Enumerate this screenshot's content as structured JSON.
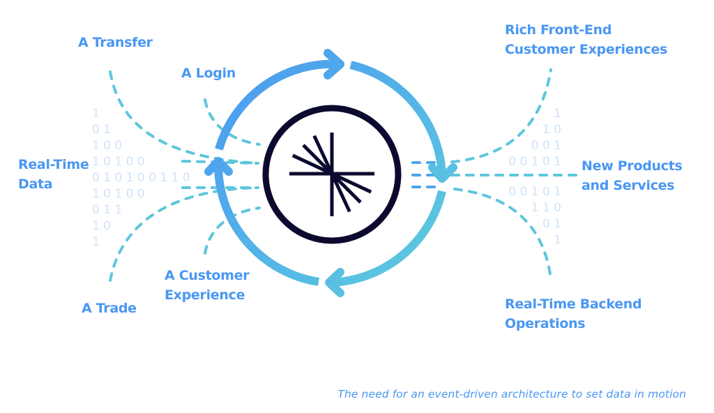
{
  "diagram": {
    "title": "Event-driven architecture: data in motion",
    "center_logo": "confluent-starburst-logo",
    "cycle": {
      "direction": "clockwise",
      "segments": 4,
      "colors": {
        "start": "#4a97f2",
        "end": "#5ecbdc"
      }
    },
    "inputs": [
      {
        "id": "transfer",
        "label": "A Transfer"
      },
      {
        "id": "login",
        "label": "A Login"
      },
      {
        "id": "realtime-data",
        "label": "Real-Time\nData"
      },
      {
        "id": "customer-experience",
        "label": "A Customer\nExperience"
      },
      {
        "id": "trade",
        "label": "A Trade"
      }
    ],
    "outputs": [
      {
        "id": "rich-frontend",
        "label": "Rich Front-End\nCustomer Experiences"
      },
      {
        "id": "new-products",
        "label": "New Products\nand Services"
      },
      {
        "id": "realtime-backend",
        "label": "Real-Time Backend\nOperations"
      }
    ],
    "binary_left": [
      "1",
      "0 1",
      "1 0 0",
      "1 0 1 0 0",
      "0 1 0 1 0 0 1 1 0",
      "1 0 1 0 0",
      "0 1 1",
      "1 0",
      "1"
    ],
    "binary_right_top": [
      "1",
      "1 0",
      "0 0 1",
      "0 0 1 0 1"
    ],
    "binary_right_bottom": [
      "0 0 1 0 1",
      "1 1 0",
      "0 1",
      "1"
    ],
    "caption": "The need for an event-driven architecture to set data in motion",
    "colors": {
      "label": "#4a97f2",
      "dash": "#5ec6dc",
      "dash_inner": "#4aa5ec",
      "logo": "#0b0a2e",
      "bits": "#cfe3fb"
    }
  }
}
